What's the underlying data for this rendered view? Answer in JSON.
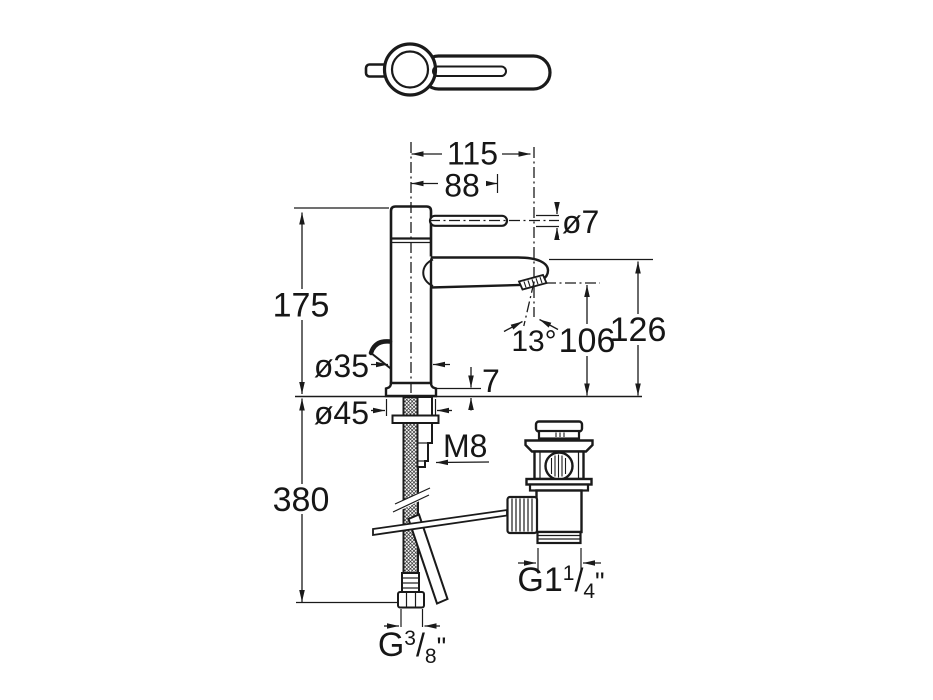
{
  "drawing": {
    "kind": "faucet technical dimension drawing",
    "views": {
      "top_view": "single-lever handle seen from above",
      "front_view": "basin mixer with flexible hoses and pop-up waste"
    },
    "colors": {
      "line": "#1a1a1a",
      "background": "#ffffff"
    },
    "dimensions": {
      "total_projection": "115",
      "spout_projection": "88",
      "lever_rod_diameter": "ø7",
      "body_height": "175",
      "body_diameter": "ø35",
      "spout_angle": "13°",
      "outlet_height": "106",
      "spout_top_height": "126",
      "base_plate_thickness": "7",
      "base_diameter": "ø45",
      "fixing_stud_thread": "M8",
      "below_deck_length": "380",
      "waste_thread": {
        "prefix": "G1",
        "sup": "1",
        "slash": "/",
        "sub": "4",
        "unit": "\""
      },
      "supply_thread": {
        "prefix": "G",
        "sup": "3",
        "slash": "/",
        "sub": "8",
        "unit": "\""
      }
    }
  }
}
